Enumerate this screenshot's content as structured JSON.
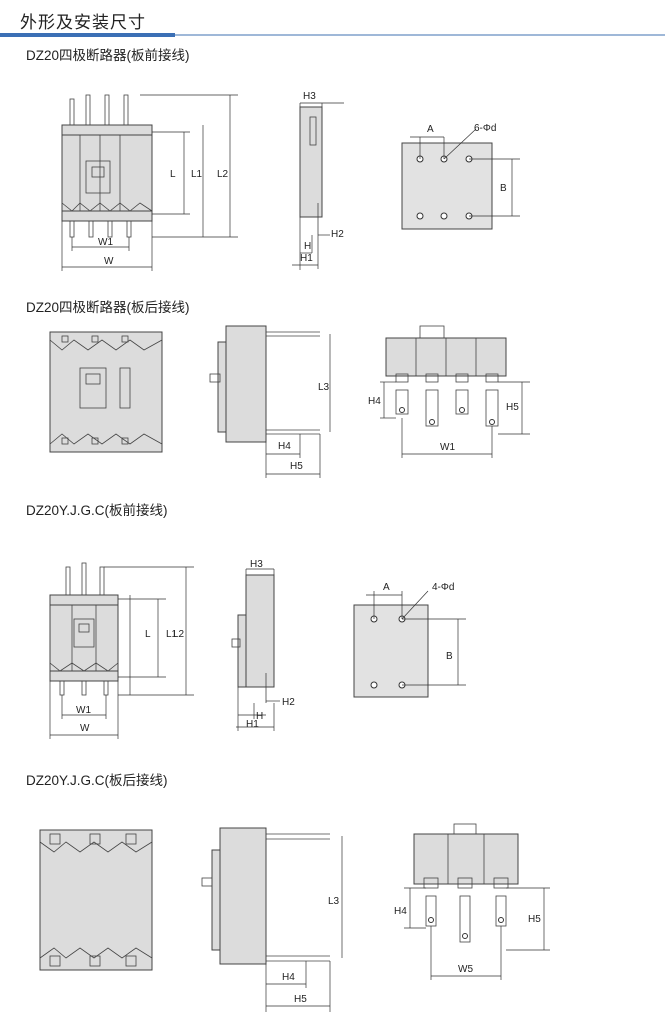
{
  "header": {
    "title": "外形及安装尺寸"
  },
  "sections": [
    {
      "title": "DZ20四极断路器(板前接线)",
      "labels": {
        "L": "L",
        "L1": "L1",
        "L2": "L2",
        "W1": "W1",
        "W": "W",
        "H3": "H3",
        "H2": "H2",
        "H": "H",
        "H1": "H1",
        "A": "A",
        "holes": "6-Φd",
        "B": "B"
      }
    },
    {
      "title": "DZ20四极断路器(板后接线)",
      "labels": {
        "L3": "L3",
        "H4": "H4",
        "H5": "H5",
        "W1": "W1"
      }
    },
    {
      "title": "DZ20Y.J.G.C(板前接线)",
      "labels": {
        "L": "L",
        "L1": "L1",
        "L2": "L2",
        "W1": "W1",
        "W": "W",
        "H3": "H3",
        "H2": "H2",
        "H": "H",
        "H1": "H1",
        "A": "A",
        "holes": "4-Φd",
        "B": "B"
      }
    },
    {
      "title": "DZ20Y.J.G.C(板后接线)",
      "labels": {
        "L3": "L3",
        "H4": "H4",
        "H5": "H5",
        "W5": "W5"
      }
    }
  ],
  "colors": {
    "accent": "#3b6fb5",
    "rule": "#9fb8d8",
    "body": "#dcdcdc",
    "line": "#444444"
  }
}
